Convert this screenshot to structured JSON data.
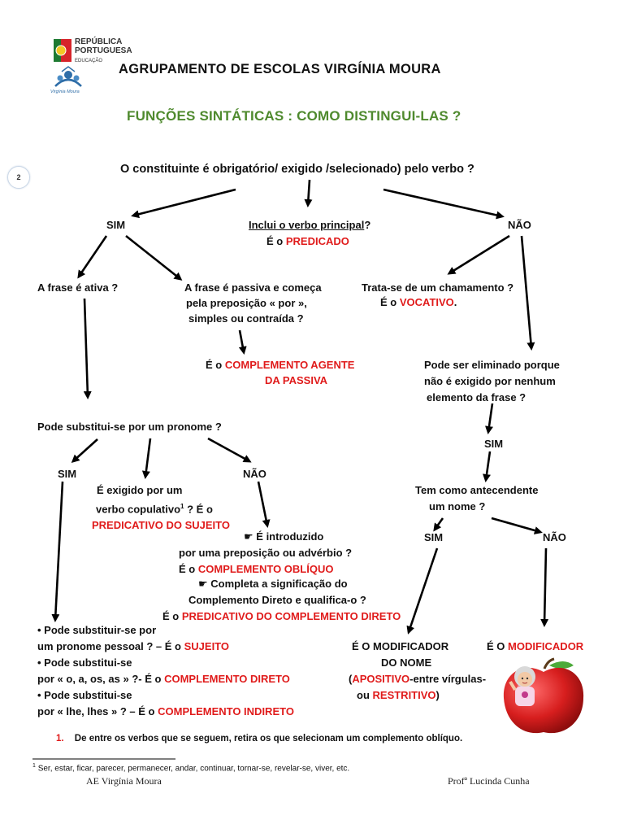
{
  "header": {
    "logo_line1": "REPÚBLICA",
    "logo_line2": "PORTUGUESA",
    "logo_line3": "EDUCAÇÃO",
    "school_logo_caption": "Virgínia Moura",
    "school": "AGRUPAMENTO DE ESCOLAS VIRGÍNIA MOURA",
    "title": "FUNÇÕES SINTÁTICAS : COMO DISTINGUI-LAS ?",
    "page_badge": "2",
    "title_color": "#4f8a2e"
  },
  "colors": {
    "accent_red": "#e01b1b",
    "title_green": "#4f8a2e"
  },
  "question": "O constituinte é obrigatório/ exigido /selecionado) pelo verbo ?",
  "sim1": "SIM",
  "nao1": "NÃO",
  "center": {
    "q": "Inclui o verbo principal",
    "q_end": "?",
    "prefix": "É o",
    "answer": "PREDICADO"
  },
  "left": {
    "ativa": "A frase é ativa ?",
    "passiva1": "A frase é passiva e começa",
    "passiva2": "pela preposição « por »,",
    "passiva3": "simples ou contraída ?",
    "agente_prefix": "É o",
    "agente1": "COMPLEMENTO AGENTE",
    "agente2": "DA PASSIVA",
    "pronome": "Pode substitui-se por um pronome ?",
    "sim": "SIM",
    "nao": "NÃO",
    "exig1": "É exigido por um",
    "exig2": "verbo copulativo",
    "exig2_sup": "1",
    "exig2_end": "? É o",
    "pred_sujeito": "PREDICATIVO DO SUJEITO",
    "intro_hand": "☛",
    "intro1": "É introduzido",
    "intro2": "por uma preposição ou advérbio ?",
    "obliquo_prefix": "É o",
    "obliquo": "COMPLEMENTO OBLÍQUO",
    "compl_hand": "☛",
    "compl1": "Completa a significação do",
    "compl2": "Complemento Direto e qualifica-o ?",
    "pcd_prefix": "É o",
    "pcd": "PREDICATIVO DO COMPLEMENTO DIRETO",
    "bullet1a": "• Pode substituir-se por",
    "bullet1b": "um pronome pessoal ? – É o",
    "sujeito": "SUJEITO",
    "bullet2a": "• Pode substitui-se",
    "bullet2b": "por « o, a, os, as » ?- É o",
    "cd": "COMPLEMENTO DIRETO",
    "bullet3a": "• Pode substitui-se",
    "bullet3b": "por « lhe, lhes » ? – É o",
    "ci": "COMPLEMENTO INDIRETO"
  },
  "right": {
    "chamamento": "Trata-se de um chamamento ?",
    "voc_prefix": "É o",
    "vocativo": "VOCATIVO",
    "voc_end": ".",
    "elim1": "Pode ser eliminado porque",
    "elim2": "não é exigido por nenhum",
    "elim3": "elemento da frase ?",
    "sim": "SIM",
    "antec1": "Tem como antecendente",
    "antec2": "um nome ?",
    "sim2": "SIM",
    "nao2": "NÃO",
    "mod_nome1": "É O MODIFICADOR",
    "mod_nome2": "DO NOME",
    "paren_open": "(",
    "apositivo": "APOSITIVO",
    "apos_tail": "-entre vírgulas-",
    "ou": "ou",
    "restritivo": "RESTRITIVO",
    "paren_close": ")",
    "mod_prefix": "É O",
    "modificador": "MODIFICADOR"
  },
  "exercise": {
    "number": "1.",
    "text": "De entre os verbos que se seguem, retira os que selecionam um complemento oblíquo."
  },
  "footnote": {
    "sup": "1",
    "text": "Ser, estar, ficar, parecer, permanecer, andar, continuar, tornar-se, revelar-se, viver, etc."
  },
  "footer": {
    "left": "AE Virgínia Moura",
    "right": "Profª Lucinda Cunha"
  }
}
